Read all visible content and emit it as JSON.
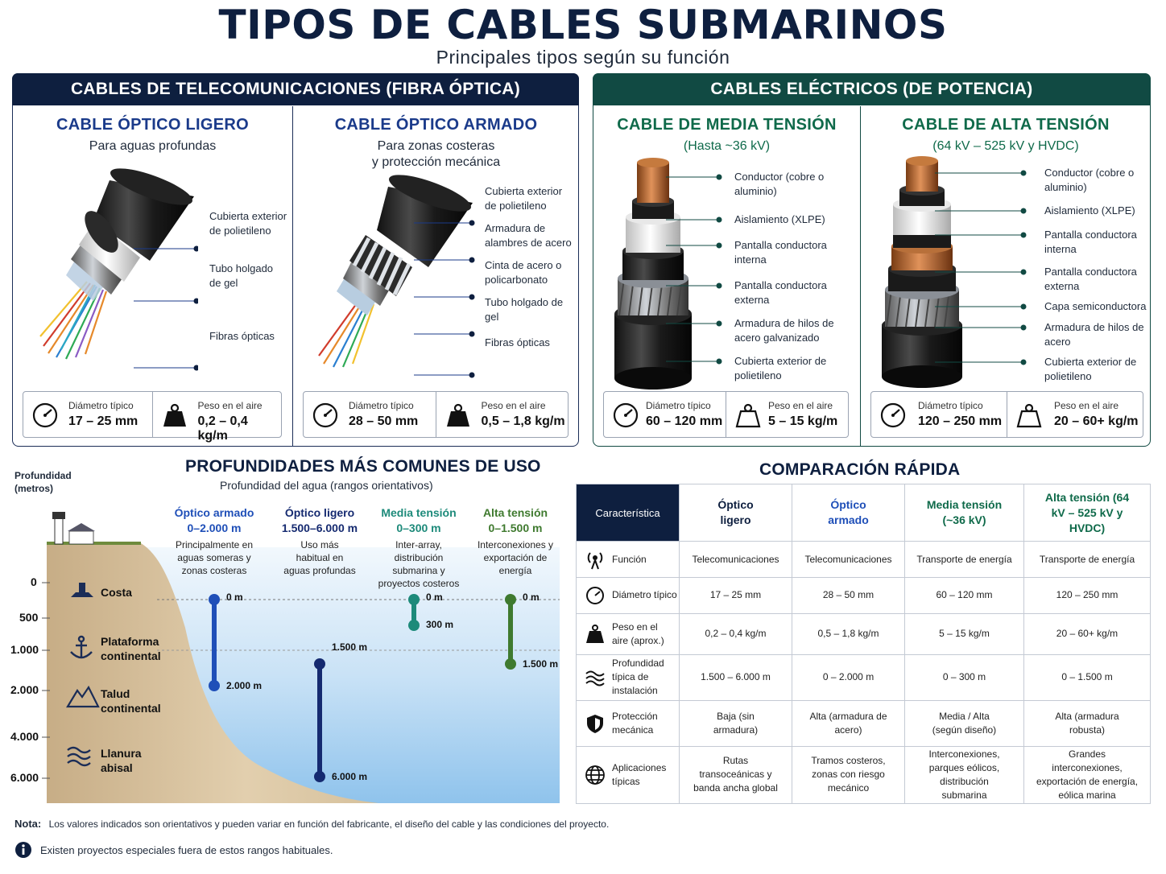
{
  "title": "TIPOS DE CABLES SUBMARINOS",
  "subtitle": "Principales tipos según su función",
  "colors": {
    "navy": "#0e1f3f",
    "teal": "#114a43",
    "blue": "#1a3a8a",
    "green_text": "#0f6a4a",
    "blue_bar": "#1f4fb8",
    "navy_bar": "#152a70",
    "teal_bar": "#1d8a7a",
    "green_bar": "#3f7a2f"
  },
  "telecom": {
    "header": "CABLES DE TELECOMUNICACIONES (FIBRA ÓPTICA)",
    "light": {
      "title": "CABLE ÓPTICO LIGERO",
      "subtitle": "Para aguas profundas",
      "labels": [
        "Cubierta exterior de polietileno",
        "Tubo holgado de gel",
        "Fibras ópticas"
      ],
      "diameter_caption": "Diámetro típico",
      "diameter": "17 – 25 mm",
      "weight_caption": "Peso en el aire",
      "weight": "0,2 – 0,4 kg/m"
    },
    "armored": {
      "title": "CABLE ÓPTICO ARMADO",
      "subtitle_1": "Para zonas costeras",
      "subtitle_2": "y protección mecánica",
      "labels": [
        "Cubierta exterior de polietileno",
        "Armadura de alambres de acero",
        "Cinta de acero o policarbonato",
        "Tubo holgado de gel",
        "Fibras ópticas"
      ],
      "diameter_caption": "Diámetro típico",
      "diameter": "28 – 50 mm",
      "weight_caption": "Peso en el aire",
      "weight": "0,5 – 1,8 kg/m"
    }
  },
  "power": {
    "header": "CABLES ELÉCTRICOS (DE POTENCIA)",
    "medium": {
      "title": "CABLE DE MEDIA TENSIÓN",
      "subtitle": "(Hasta ~36 kV)",
      "labels": [
        "Conductor (cobre o aluminio)",
        "Aislamiento (XLPE)",
        "Pantalla conductora interna",
        "Pantalla conductora externa",
        "Armadura de hilos de acero galvanizado",
        "Cubierta exterior de polietileno"
      ],
      "diameter_caption": "Diámetro típico",
      "diameter": "60 – 120 mm",
      "weight_caption": "Peso en el aire",
      "weight": "5 – 15 kg/m"
    },
    "high": {
      "title": "CABLE DE ALTA TENSIÓN",
      "subtitle": "(64 kV – 525 kV y HVDC)",
      "labels": [
        "Conductor (cobre o aluminio)",
        "Aislamiento (XLPE)",
        "Pantalla conductora interna",
        "Pantalla conductora externa",
        "Capa semiconductora",
        "Armadura de hilos de acero",
        "Cubierta exterior de polietileno"
      ],
      "diameter_caption": "Diámetro típico",
      "diameter": "120 – 250 mm",
      "weight_caption": "Peso en el aire",
      "weight": "20 – 60+ kg/m"
    }
  },
  "depths": {
    "title": "PROFUNDIDADES MÁS COMUNES DE USO",
    "subtitle": "Profundidad del agua (rangos orientativos)",
    "axis_title_1": "Profundidad",
    "axis_title_2": "(metros)",
    "ticks": [
      "0",
      "500",
      "1.000",
      "2.000",
      "4.000",
      "6.000"
    ],
    "zones": [
      "Costa",
      "Plataforma continental",
      "Talud continental",
      "Llanura abisal"
    ],
    "categories": [
      {
        "name": "Óptico armado",
        "range": "0–2.000 m",
        "desc": "Principalmente en aguas someras y zonas costeras",
        "top": "0 m",
        "bottom": "2.000 m",
        "top_m": 0,
        "bottom_m": 2000
      },
      {
        "name": "Óptico ligero",
        "range": "1.500–6.000 m",
        "desc": "Uso más habitual en aguas profundas",
        "top": "1.500 m",
        "bottom": "6.000 m",
        "top_m": 1500,
        "bottom_m": 6000
      },
      {
        "name": "Media tensión",
        "range": "0–300 m",
        "desc": "Inter-array, distribución submarina y proyectos costeros",
        "top": "0 m",
        "bottom": "300 m",
        "top_m": 0,
        "bottom_m": 300
      },
      {
        "name": "Alta tensión",
        "range": "0–1.500 m",
        "desc": "Interconexiones y exportación de energía",
        "top": "0 m",
        "bottom": "1.500 m",
        "top_m": 0,
        "bottom_m": 1500
      }
    ]
  },
  "comparison": {
    "title": "COMPARACIÓN RÁPIDA",
    "header": [
      "Característica",
      "Óptico ligero",
      "Óptico armado",
      "Media tensión (~36 kV)",
      "Alta tensión (64 kV – 525 kV y HVDC)"
    ],
    "rows": [
      {
        "icon": "antenna-icon",
        "label": "Función",
        "values": [
          "Telecomunicaciones",
          "Telecomunicaciones",
          "Transporte de energía",
          "Transporte de energía"
        ]
      },
      {
        "icon": "gauge-icon",
        "label": "Diámetro típico",
        "values": [
          "17 – 25 mm",
          "28 – 50 mm",
          "60 – 120 mm",
          "120 – 250 mm"
        ]
      },
      {
        "icon": "weight-icon",
        "label": "Peso en el aire (aprox.)",
        "values": [
          "0,2 – 0,4 kg/m",
          "0,5 – 1,8 kg/m",
          "5 – 15 kg/m",
          "20 – 60+ kg/m"
        ]
      },
      {
        "icon": "waves-icon",
        "label": "Profundidad típica de instalación",
        "values": [
          "1.500 – 6.000 m",
          "0 – 2.000 m",
          "0 – 300 m",
          "0 – 1.500 m"
        ]
      },
      {
        "icon": "shield-icon",
        "label": "Protección mecánica",
        "values": [
          "Baja (sin armadura)",
          "Alta (armadura de acero)",
          "Media / Alta (según diseño)",
          "Alta (armadura robusta)"
        ]
      },
      {
        "icon": "globe-icon",
        "label": "Aplicaciones típicas",
        "values": [
          "Rutas transoceánicas y banda ancha global",
          "Tramos costeros, zonas con riesgo mecánico",
          "Interconexiones, parques eólicos, distribución submarina",
          "Grandes interconexiones, exportación de energía, eólica marina"
        ]
      }
    ]
  },
  "note": {
    "label": "Nota:",
    "text": "Los valores indicados son orientativos y pueden variar en función del fabricante, el diseño del cable y las condiciones del proyecto.",
    "info": "Existen proyectos especiales fuera de estos rangos habituales."
  }
}
